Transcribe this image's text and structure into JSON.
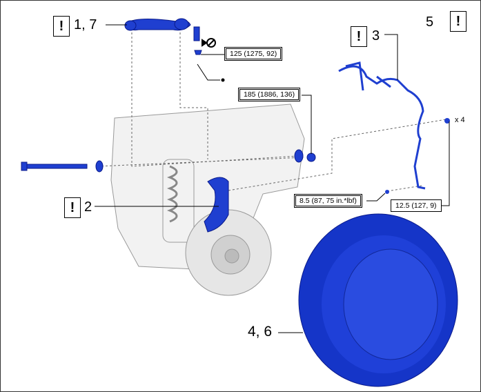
{
  "callouts": {
    "c1": "1, 7",
    "c2": "2",
    "c3": "3",
    "c4": "4, 6",
    "c5": "5",
    "warning_symbol": "!"
  },
  "torques": {
    "upper_ball_joint_nut": "125 (1275, 92)",
    "upper_arm_bolt_nut": "185 (1886, 136)",
    "sensor_bolt": "8.5 (87, 75 in.*lbf)",
    "harness_bolts": "12.5 (127, 9)"
  },
  "quantity": "x 4",
  "colors": {
    "part": "#1f3fd0",
    "part_dark": "#0a1a8a",
    "line": "#000000",
    "dashed": "#666666"
  }
}
